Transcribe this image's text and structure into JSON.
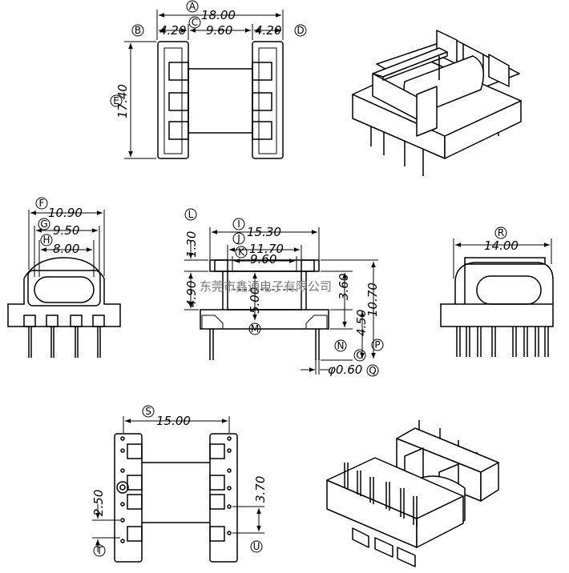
{
  "top_view": {
    "dims": {
      "overall": "18.00",
      "left": "4.20",
      "middle": "9.60",
      "right": "4.20",
      "height": "17.40"
    },
    "labels": {
      "overall": "A",
      "left": "B",
      "middle": "C",
      "right": "D",
      "height": "E"
    }
  },
  "front_view": {
    "dims": {
      "f": "10.90",
      "g": "9.50",
      "h": "8.00"
    },
    "labels": {
      "f": "F",
      "g": "G",
      "h": "H"
    }
  },
  "side_view": {
    "dims": {
      "i": "15.30",
      "j": "11.70",
      "k": "9.60",
      "l": "1.30",
      "l2": "4.90",
      "m": "5.00",
      "n": "3.60",
      "o": "4.50",
      "p": "10.70",
      "q": "φ0.60"
    },
    "labels": {
      "i": "I",
      "j": "J",
      "k": "K",
      "l": "L",
      "m": "M",
      "n": "N",
      "o": "O",
      "p": "P",
      "q": "Q"
    }
  },
  "right_view": {
    "dims": {
      "r": "14.00"
    },
    "labels": {
      "r": "R"
    }
  },
  "bottom_view": {
    "dims": {
      "s": "15.00",
      "t": "2.50",
      "u": "3.70"
    },
    "labels": {
      "s": "S",
      "t": "T",
      "u": "U"
    }
  },
  "watermark": "东莞市鑫通电子有限公司"
}
